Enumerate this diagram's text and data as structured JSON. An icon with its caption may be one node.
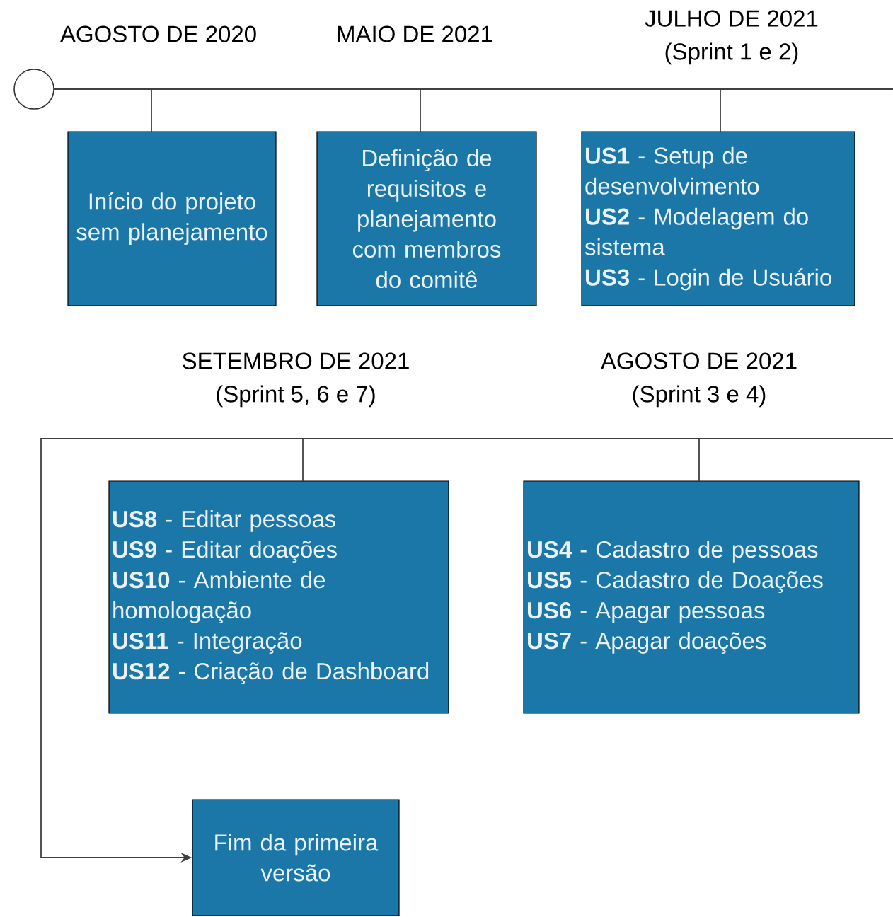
{
  "diagram": {
    "nodes": [
      {
        "text": [],
        "shape": "circle"
      },
      {
        "text": [
          "Início do projeto sem planejamento"
        ]
      },
      {
        "text": [
          "Definição de requisitos e planejamento com membros do comitê"
        ],
        "beside": [
          "MAIO DE 2021"
        ]
      },
      {
        "text": [
          "**US1** - Setup de desenvolvimento",
          "**US2** - Modelagem do sistema",
          "**US3** - Login de Usuário"
        ],
        "beside": [
          "JULHO DE 2021",
          "(Sprint 1 e 2)"
        ]
      },
      {
        "text": [
          "**US8** - Editar pessoas",
          "**US9** - Editar doações",
          "**US10** - Ambiente de homologação",
          "**US11** - Integração",
          "**US12** - Criação de Dashboard"
        ],
        "beside": [
          "SETEMBRO DE 2021",
          "(Sprint 5, 6 e 7)"
        ]
      },
      {
        "text": [
          "**US4** - Cadastro de pessoas",
          "**US5** - Cadastro de Doações",
          "**US6** - Apagar pessoas",
          "**US7** - Apagar doações"
        ],
        "beside": [
          "AGOSTO DE 2021",
          "(Sprint 3 e 4)"
        ]
      },
      {
        "text": [
          "Fim da primeira versão"
        ]
      }
    ],
    "edges": [
      {
        "from": 0,
        "to": 1,
        "arrow": "none"
      },
      {
        "from": 0,
        "to": 2,
        "arrow": "none"
      },
      {
        "from": 0,
        "to": 3,
        "arrow": "none"
      },
      {
        "from": 0,
        "to": null,
        "arrow": "none"
      },
      {
        "from": null,
        "to": 5,
        "arrow": "none"
      },
      {
        "from": null,
        "to": 4,
        "arrow": "none"
      },
      {
        "from": null,
        "to": 6,
        "arrow": "to"
      }
    ],
    "labels": [
      "AGOSTO DE 2020"
    ]
  }
}
